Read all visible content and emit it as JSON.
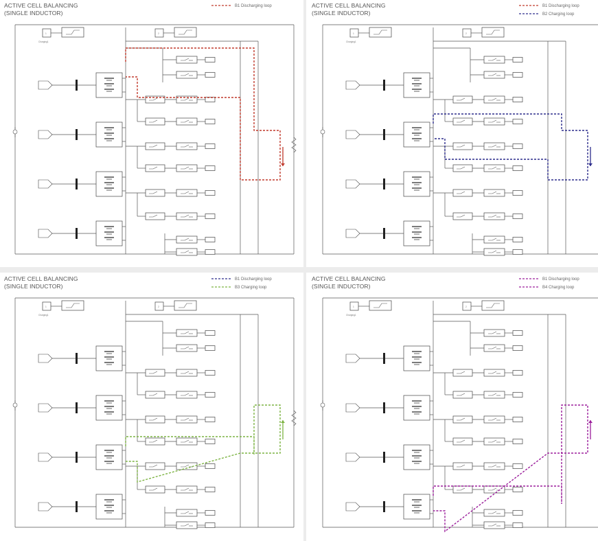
{
  "panels": [
    {
      "title_line1": "ACTIVE CELL BALANCING",
      "title_line2": "(SINGLE INDUCTOR)",
      "legend": [
        {
          "label": "B1 Discharging loop",
          "color": "#c0392b"
        }
      ],
      "loops": [
        {
          "color": "#c0392b",
          "kind": "discharge",
          "cell": 1
        }
      ],
      "arrow": {
        "color": "#c0392b",
        "direction": "down"
      }
    },
    {
      "title_line1": "ACTIVE CELL BALANCING",
      "title_line2": "(SINGLE INDUCTOR)",
      "legend": [
        {
          "label": "B1 Discharging loop",
          "color": "#c0392b"
        },
        {
          "label": "B2 Charging loop",
          "color": "#2c2c8c"
        }
      ],
      "loops": [
        {
          "color": "#2c2c8c",
          "kind": "charge",
          "cell": 2
        }
      ],
      "arrow": {
        "color": "#2c2c8c",
        "direction": "down"
      }
    },
    {
      "title_line1": "ACTIVE CELL BALANCING",
      "title_line2": "(SINGLE INDUCTOR)",
      "legend": [
        {
          "label": "B1 Discharging loop",
          "color": "#2c2c8c"
        },
        {
          "label": "B3 Charging loop",
          "color": "#7cb342"
        }
      ],
      "loops": [
        {
          "color": "#7cb342",
          "kind": "charge",
          "cell": 3
        }
      ],
      "arrow": {
        "color": "#7cb342",
        "direction": "up"
      }
    },
    {
      "title_line1": "ACTIVE CELL BALANCING",
      "title_line2": "(SINGLE INDUCTOR)",
      "legend": [
        {
          "label": "B1 Discharging loop",
          "color": "#9b1d9b"
        },
        {
          "label": "B4 Charging loop",
          "color": "#9b1d9b"
        }
      ],
      "loops": [
        {
          "color": "#9b1d9b",
          "kind": "charge",
          "cell": 4
        }
      ],
      "arrow": {
        "color": "#9b1d9b",
        "direction": "up"
      }
    }
  ],
  "block_labels": {
    "constant1": "1",
    "constant2": "2",
    "scope_label": "Charging1"
  },
  "colors": {
    "wire": "#555555",
    "block_border": "#444444",
    "divider": "#999999"
  }
}
